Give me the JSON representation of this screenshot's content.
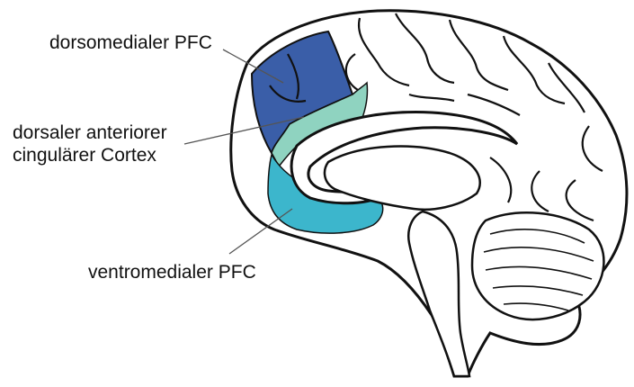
{
  "labels": {
    "dmpfc": "dorsomedialer PFC",
    "dacc_line1": "dorsaler anteriorer",
    "dacc_line2": "cingulärer Cortex",
    "vmpfc": "ventromedialer PFC"
  },
  "regions": [
    {
      "name": "dorsomedialer PFC",
      "color": "#3a5ea8"
    },
    {
      "name": "dorsaler anteriorer cingulärer Cortex",
      "color": "#8fd3c0"
    },
    {
      "name": "ventromedialer PFC",
      "color": "#3cb6cc"
    }
  ]
}
